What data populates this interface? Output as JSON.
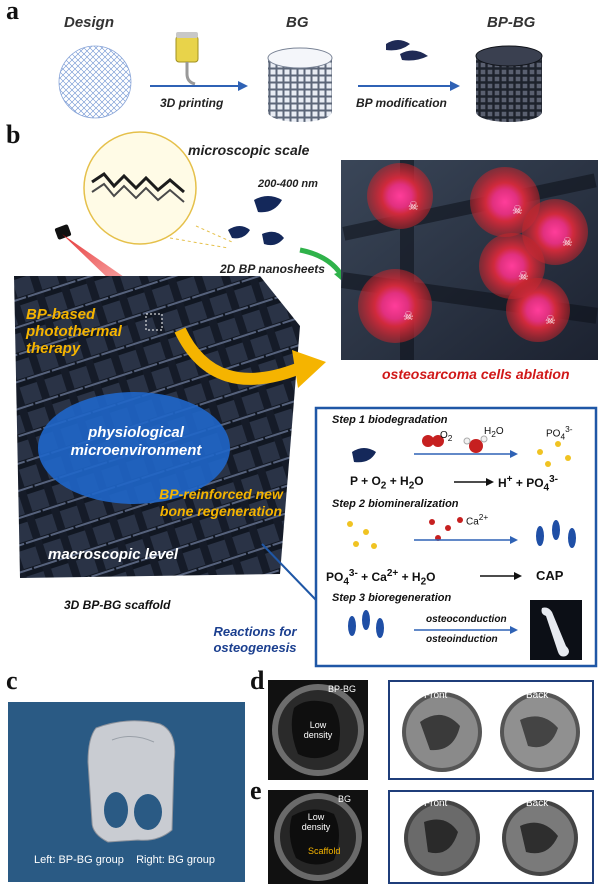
{
  "panel_a": {
    "label": "a",
    "stage_design": "Design",
    "stage_bg": "BG",
    "stage_bpbg": "BP-BG",
    "step_printing": "3D printing",
    "step_modification": "BP modification"
  },
  "panel_b": {
    "label": "b",
    "microscopic_scale": "microscopic scale",
    "size_range": "200-400 nm",
    "nanosheets": "2D BP nanosheets",
    "therapy": "BP-based photothermal therapy",
    "physiological": "physiological microenvironment",
    "reinforced": "BP-reinforced new bone regeneration",
    "macroscopic": "macroscopic level",
    "scaffold": "3D BP-BG scaffold",
    "ablation": "osteosarcoma cells ablation",
    "reactions_title": "Reactions for osteogenesis",
    "step1": "Step 1 biodegradation",
    "step1_reagent_o2": "O",
    "step1_reagent_o2_sub": "2",
    "step1_reagent_h2o": "H",
    "step1_reagent_h2o_sub": "2",
    "step1_reagent_h2o_tail": "O",
    "step1_product_ion": "PO",
    "step1_product_sub": "4",
    "step1_product_sup": "3-",
    "eq1_left": "P + O",
    "eq1_left_sub": "2",
    "eq1_left_tail": " + H",
    "eq1_left_sub2": "2",
    "eq1_left_tail2": "O",
    "eq1_right": "H",
    "eq1_right_sup": "+",
    "eq1_right_mid": " + PO",
    "eq1_right_sub": "4",
    "eq1_right_sup2": "3-",
    "step2": "Step 2 biomineralization",
    "step2_ca": "Ca",
    "step2_ca_sup": "2+",
    "eq2_left": "PO",
    "eq2_left_sub": "4",
    "eq2_left_sup": "3-",
    "eq2_left_mid": " + Ca",
    "eq2_left_sup2": "2+",
    "eq2_left_tail": " + H",
    "eq2_left_sub2": "2",
    "eq2_left_tail2": "O",
    "eq2_right": "CAP",
    "step3": "Step 3 bioregeneration",
    "osteoconduction": "osteoconduction",
    "osteoinduction": "osteoinduction"
  },
  "panel_c": {
    "label": "c",
    "caption": "Left: BP-BG group    Right: BG group"
  },
  "panel_d": {
    "label": "d",
    "group": "BP-BG",
    "density": "Low density",
    "front": "Front",
    "back": "Back"
  },
  "panel_e": {
    "label": "e",
    "group": "BG",
    "density": "Low density",
    "scaffold": "Scaffold",
    "front": "Front",
    "back": "Back"
  },
  "colors": {
    "accent_orange": "#f5b400",
    "ablation_red": "#d01818",
    "frame_blue": "#1f57a6",
    "ellipse_blue": "#1f66c9"
  }
}
